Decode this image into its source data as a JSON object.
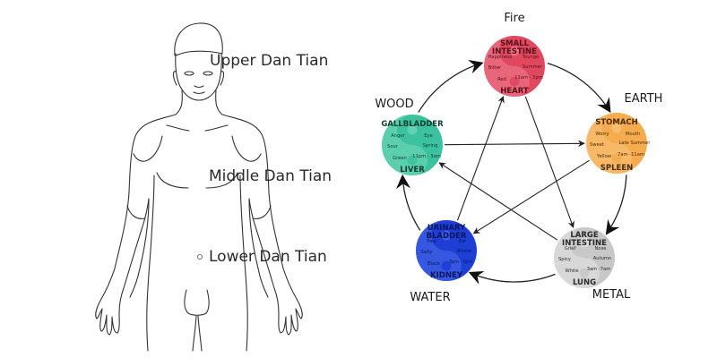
{
  "body_figure": {
    "labels": {
      "upper": "Upper Dan Tian",
      "middle": "Middle Dan Tian",
      "lower": "Lower Dan Tian"
    }
  },
  "five_elements": {
    "elements": [
      {
        "key": "fire",
        "name": "Fire",
        "color": "#e0485e",
        "light": "#ee7f90",
        "text_color": "#5a0f1c",
        "yang_organ": [
          "SMALL",
          "INTESTINE"
        ],
        "yin_organ": [
          "HEART"
        ],
        "emotion": "Happiness",
        "sense": "Tounge",
        "taste": "Bitter",
        "season": "Summer",
        "color_name": "Red",
        "time": "11am - 3pm"
      },
      {
        "key": "earth",
        "name": "EARTH",
        "color": "#f5ab4e",
        "light": "#f8c47e",
        "text_color": "#4a2c05",
        "yang_organ": [
          "STOMACH"
        ],
        "yin_organ": [
          "SPLEEN"
        ],
        "emotion": "Worry",
        "sense": "Mouth",
        "taste": "Sweet",
        "season": "Late Summer",
        "color_name": "Yellow",
        "time": "7am -11am"
      },
      {
        "key": "metal",
        "name": "METAL",
        "color": "#c8c8c8",
        "light": "#e6e6e6",
        "text_color": "#2a2a2a",
        "yang_organ": [
          "LARGE",
          "INTESTINE"
        ],
        "yin_organ": [
          "LUNG"
        ],
        "emotion": "Grief",
        "sense": "Nose",
        "taste": "Spicy",
        "season": "Autumn",
        "color_name": "White",
        "time": "3am -7am"
      },
      {
        "key": "water",
        "name": "WATER",
        "color": "#1e3fd6",
        "light": "#4a6be8",
        "text_color": "#0a1560",
        "yang_organ": [
          "URINARY",
          "BLADDER"
        ],
        "yin_organ": [
          "KIDNEY"
        ],
        "emotion": "Fear",
        "sense": "Ear",
        "taste": "Salty",
        "season": "Winter",
        "color_name": "Black",
        "time": "3pm -7pm"
      },
      {
        "key": "wood",
        "name": "WOOD",
        "color": "#3cc29e",
        "light": "#74d8bb",
        "text_color": "#0c3d2e",
        "yang_organ": [
          "GALLBLADDER"
        ],
        "yin_organ": [
          "LIVER"
        ],
        "emotion": "Anger",
        "sense": "Eye",
        "taste": "Sour",
        "season": "Spring",
        "color_name": "Green",
        "time": "11pm - 3am"
      }
    ],
    "generating_cycle": [
      "fire",
      "earth",
      "metal",
      "water",
      "wood"
    ],
    "controlling_cycle": [
      [
        "fire",
        "metal"
      ],
      [
        "metal",
        "wood"
      ],
      [
        "wood",
        "earth"
      ],
      [
        "earth",
        "water"
      ],
      [
        "water",
        "fire"
      ]
    ]
  }
}
